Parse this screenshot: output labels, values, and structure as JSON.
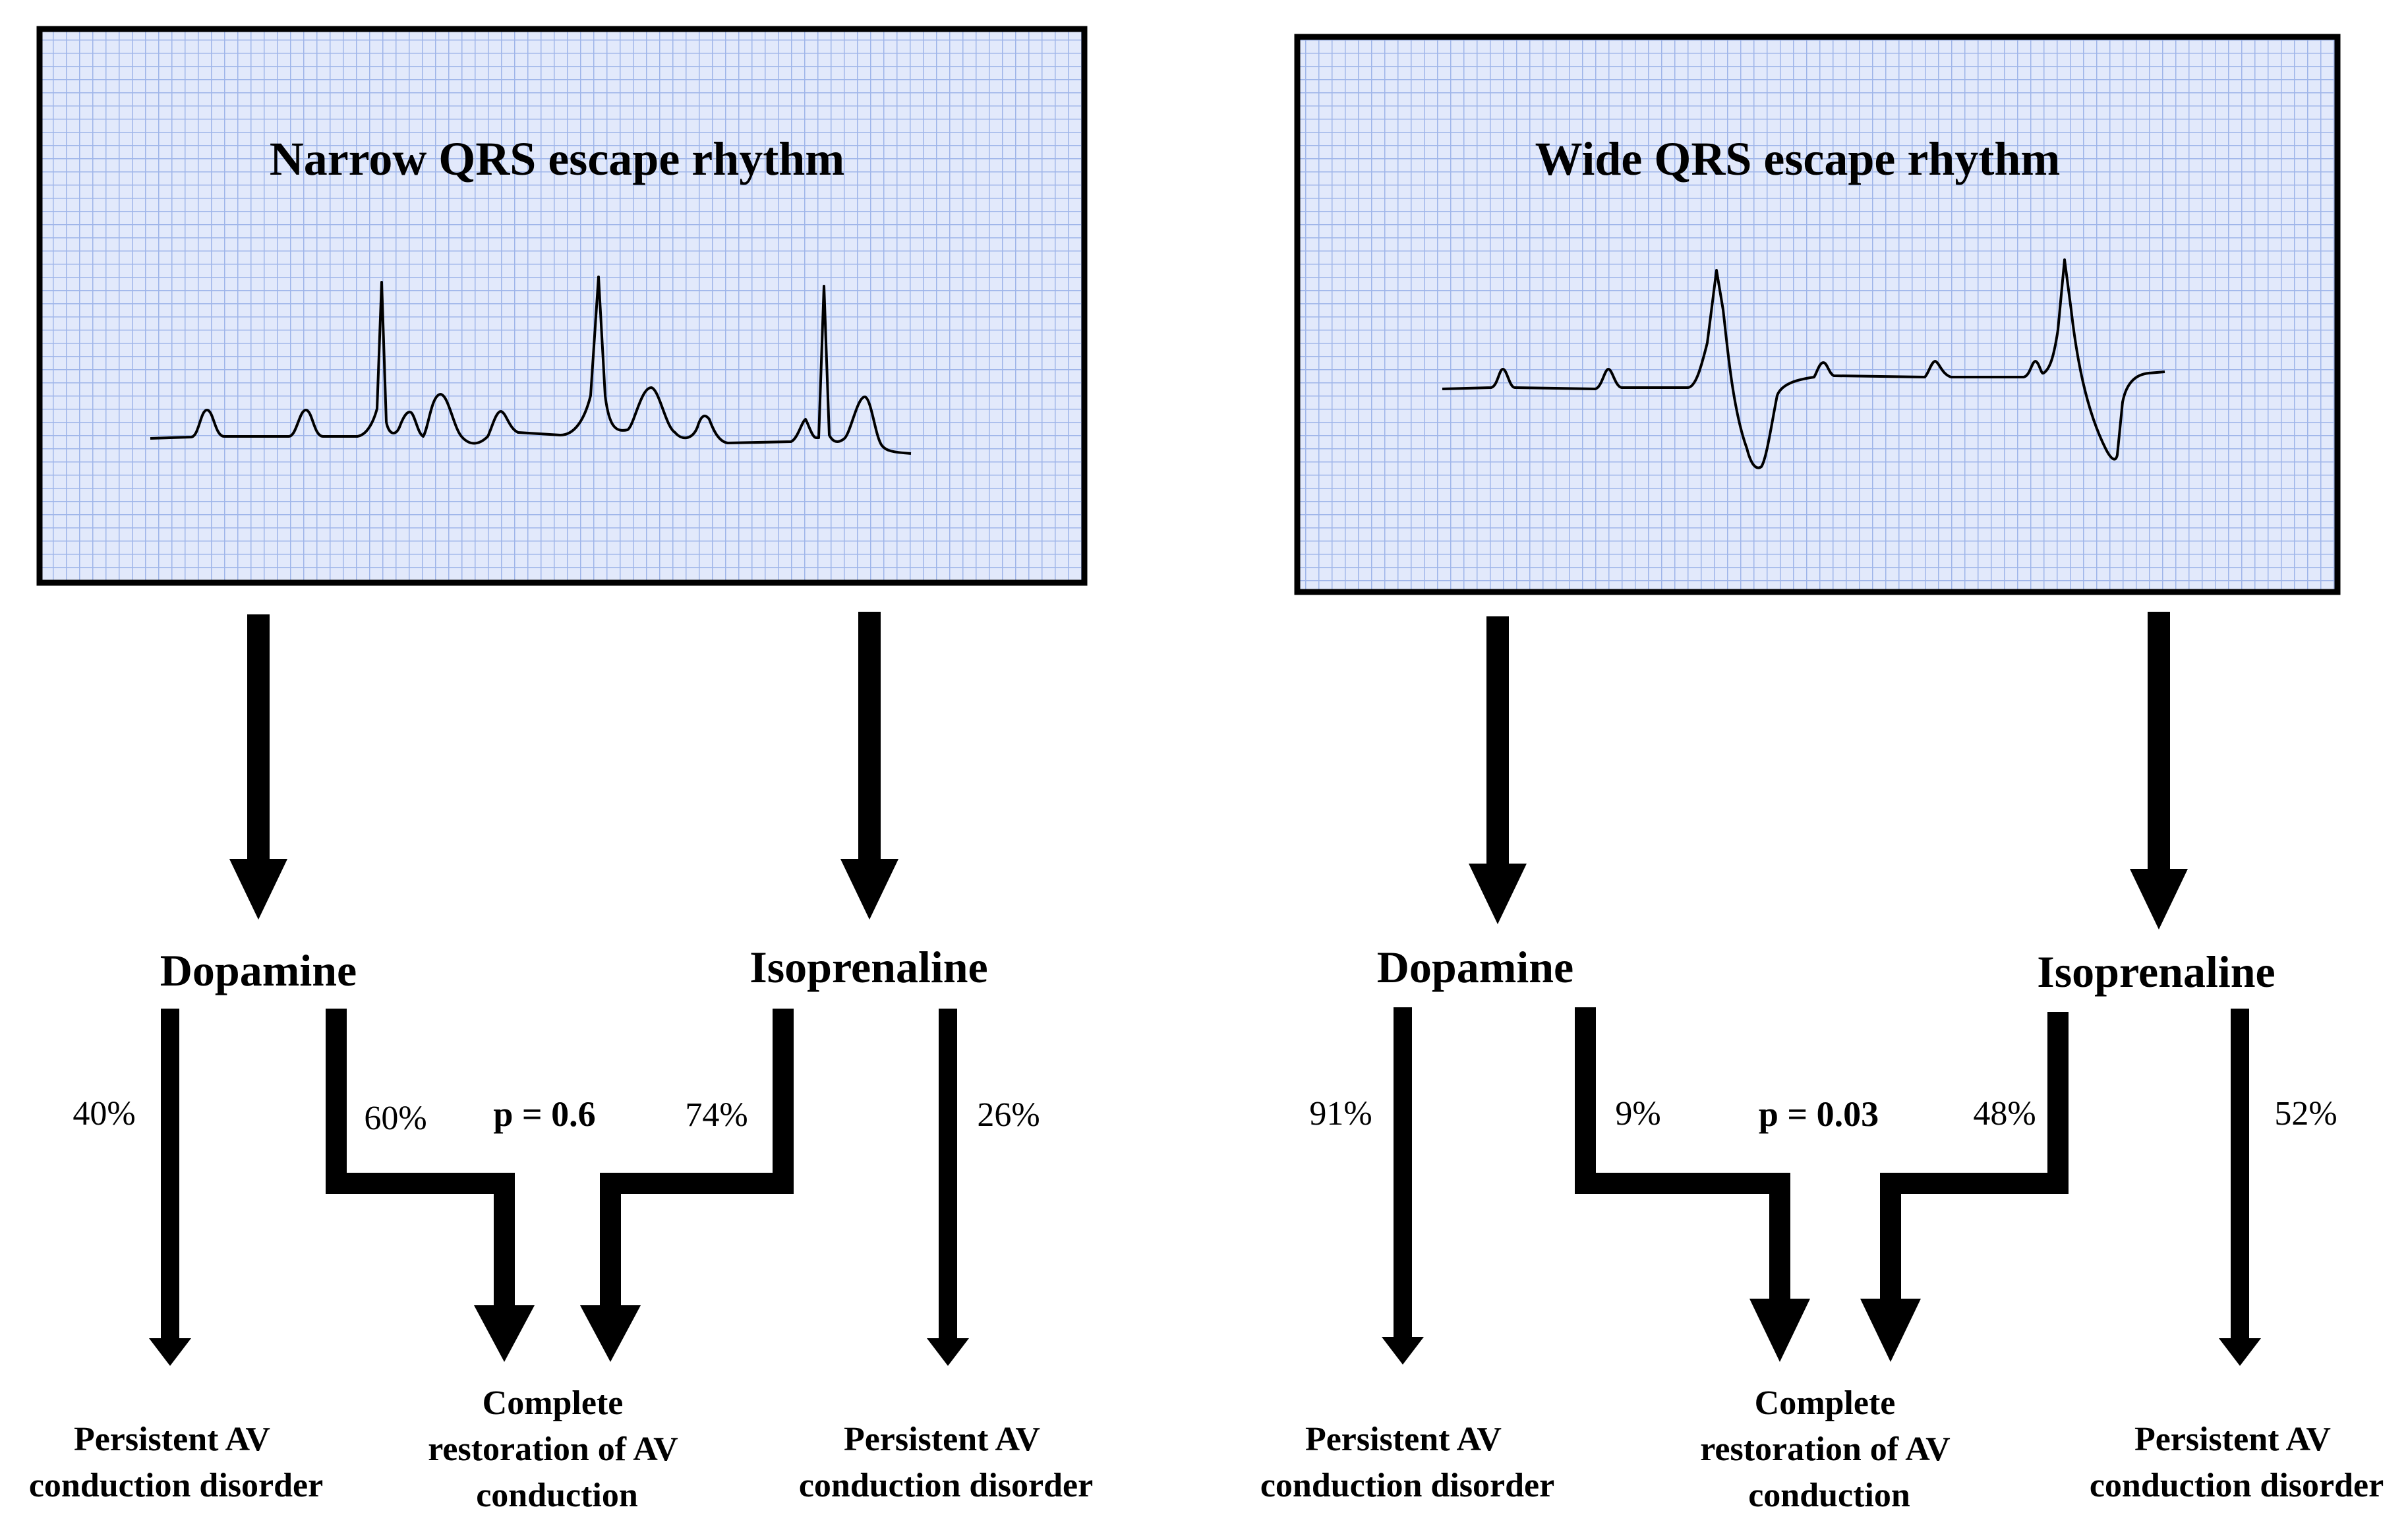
{
  "panels": [
    {
      "title": "Narrow QRS escape rhythm",
      "drug_left": "Dopamine",
      "drug_right": "Isoprenaline",
      "pct_left_persistent": "40%",
      "pct_left_restore": "60%",
      "p_value_label": "p = ",
      "p_value": "0.6",
      "pct_right_restore": "74%",
      "pct_right_persistent": "26%",
      "outcome_left_line1": "Persistent AV",
      "outcome_left_line2": "conduction disorder",
      "outcome_center_line1": "Complete",
      "outcome_center_line2": "restoration of AV",
      "outcome_center_line3": "conduction",
      "outcome_right_line1": "Persistent AV",
      "outcome_right_line2": "conduction disorder"
    },
    {
      "title": "Wide QRS escape rhythm",
      "drug_left": "Dopamine",
      "drug_right": "Isoprenaline",
      "pct_left_persistent": "91%",
      "pct_left_restore": "9%",
      "p_value_label": "p = ",
      "p_value": "0.03",
      "pct_right_restore": "48%",
      "pct_right_persistent": "52%",
      "outcome_left_line1": "Persistent AV",
      "outcome_left_line2": "conduction disorder",
      "outcome_center_line1": "Complete",
      "outcome_center_line2": "restoration of AV",
      "outcome_center_line3": "conduction",
      "outcome_right_line1": "Persistent AV",
      "outcome_right_line2": "conduction disorder"
    }
  ],
  "colors": {
    "grid_fill": "#e2e9fb",
    "grid_line": "#9fb5e9",
    "ink": "#000000"
  }
}
